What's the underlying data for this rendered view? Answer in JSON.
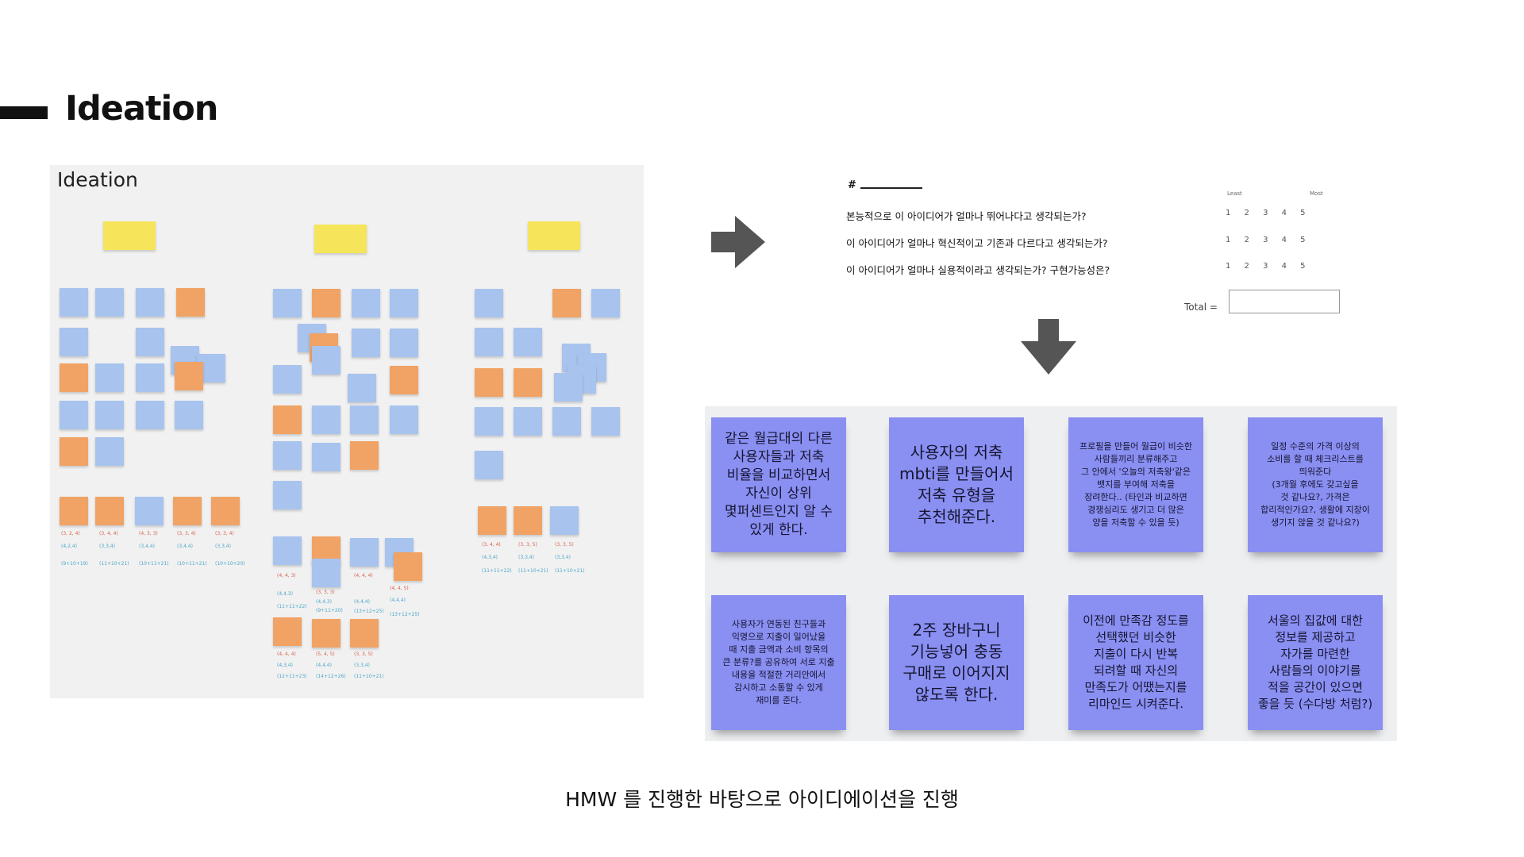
{
  "page": {
    "title": "Ideation",
    "caption": "HMW 를 진행한 바탕으로 아이디에이션을 진행"
  },
  "board": {
    "title": "Ideation",
    "col1_scores": {
      "r": [
        "(3, 2, 4)",
        "(3, 4, 4)",
        "(4, 3, 3)",
        "(3, 3, 4)",
        "(3, 3, 4)"
      ],
      "t": [
        "(4,2,4)",
        "(3,3,4)",
        "(3,4,4)",
        "(3,4,4)",
        "(3,3,4)"
      ],
      "sum": [
        "(9+10+19)",
        "(11+10+21)",
        "(10+11+21)",
        "(10+11+21)",
        "(10+10+20)"
      ]
    },
    "col2_scores": {
      "r": [
        "(4, 4, 3)",
        "(3, 3, 3)",
        "(4, 4, 4)",
        "(4, 4, 5)",
        "(4, 4, 4)",
        "(5, 4, 5)",
        "(3, 3, 5)"
      ],
      "t": [
        "(4,4,3)",
        "(4,4,3)",
        "(4,4,4)",
        "(4,4,4)",
        "(4,3,4)",
        "(4,4,4)",
        "(3,3,4)"
      ],
      "sum": [
        "(11+11+22)",
        "(9+11+20)",
        "(13+12+25)",
        "(13+12+25)",
        "(12+11+23)",
        "(14+12+26)",
        "(11+10+21)"
      ]
    },
    "col3_scores": {
      "r": [
        "(3, 4, 4)",
        "(3, 3, 5)",
        "(3, 3, 5)"
      ],
      "t": [
        "(4,3,4)",
        "(3,3,4)",
        "(3,3,4)"
      ],
      "sum": [
        "(11+11+22)",
        "(11+10+21)",
        "(11+10+21)"
      ]
    }
  },
  "form": {
    "hash": "#",
    "least": "Least",
    "most": "Most",
    "questions": [
      "본능적으로 이 아이디어가 얼마나 뛰어나다고 생각되는가?",
      "이 아이디어가 얼마나 혁신적이고 기존과 다르다고 생각되는가?",
      "이 아이디어가 얼마나 실용적이라고 생각되는가? 구현가능성은?"
    ],
    "scale": "1 2 3 4 5",
    "total_label": "Total ="
  },
  "stickies": [
    "같은 월급대의 다른\n사용자들과 저축\n비율을 비교하면서\n자신이 상위\n몇퍼센트인지 알 수\n있게 한다.",
    "사용자의 저축\nmbti를 만들어서\n저축 유형을\n추천해준다.",
    "프로필을 만들어 월급이 비슷한\n사람들끼리 분류해주고\n그 안에서 '오늘의 저축왕'같은\n뱃지를 부여해 저축을\n장려한다.. (타인과 비교하면\n경쟁심리도 생기고 더 많은\n양을 저축할 수 있을 듯)",
    "일정 수준의 가격 이상의\n소비를 할 때 체크리스트를\n띄워준다\n(3개월 후에도 갖고싶을\n것 같나요?, 가격은\n합리적인가요?, 생활에 지장이\n생기지 않을 것 같나요?)",
    "사용자가 연동된 친구들과\n익명으로 지출이 일어났을\n때 지출 금액과 소비 항목의\n큰 분류?를 공유하여 서로 지출\n내용을 적절한 거리안에서\n감시하고 소통할 수 있게\n재미를 준다.",
    "2주 장바구니\n기능넣어 충동\n구매로 이어지지\n않도록 한다.",
    "이전에 만족감 정도를\n선택했던 비슷한\n지출이 다시 반복\n되려할 때 자신의\n만족도가 어땠는지를\n리마인드 시켜준다.",
    "서울의 집값에 대한\n정보를 제공하고\n자가를 마련한\n사람들의 이야기를\n적을 공간이 있으면\n좋을 듯 (수다방 처럼?)"
  ]
}
